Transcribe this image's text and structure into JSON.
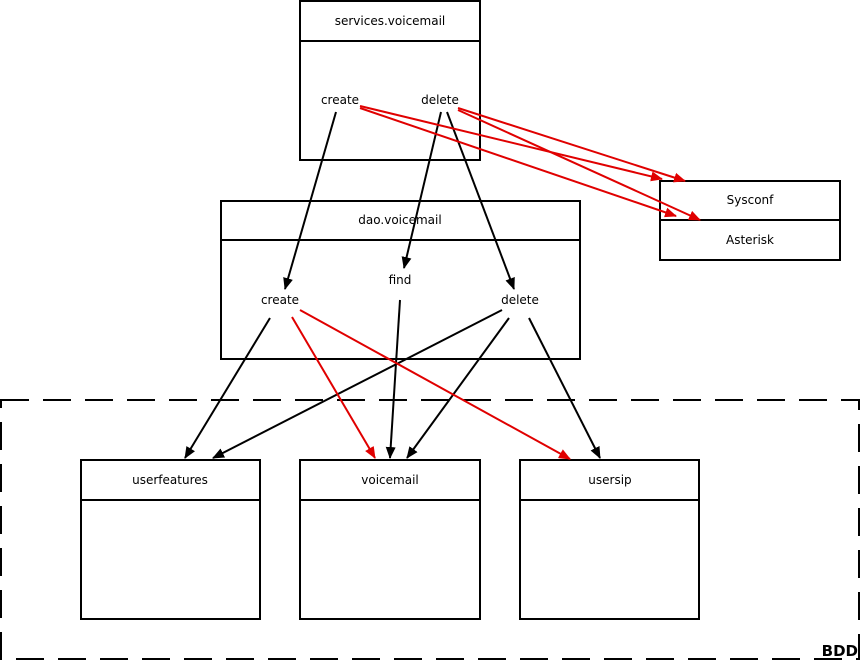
{
  "boxes": {
    "services_voicemail": {
      "title": "services.voicemail",
      "items": [
        "create",
        "delete"
      ]
    },
    "dao_voicemail": {
      "title": "dao.voicemail",
      "items": [
        "create",
        "find",
        "delete"
      ]
    },
    "sysconf_asterisk": {
      "items": [
        "Sysconf",
        "Asterisk"
      ]
    },
    "userfeatures": {
      "title": "userfeatures"
    },
    "voicemail": {
      "title": "voicemail"
    },
    "usersip": {
      "title": "usersip"
    }
  },
  "zone": {
    "label": "BDD"
  },
  "colors": {
    "call": "#000000",
    "notify": "#e00000"
  }
}
